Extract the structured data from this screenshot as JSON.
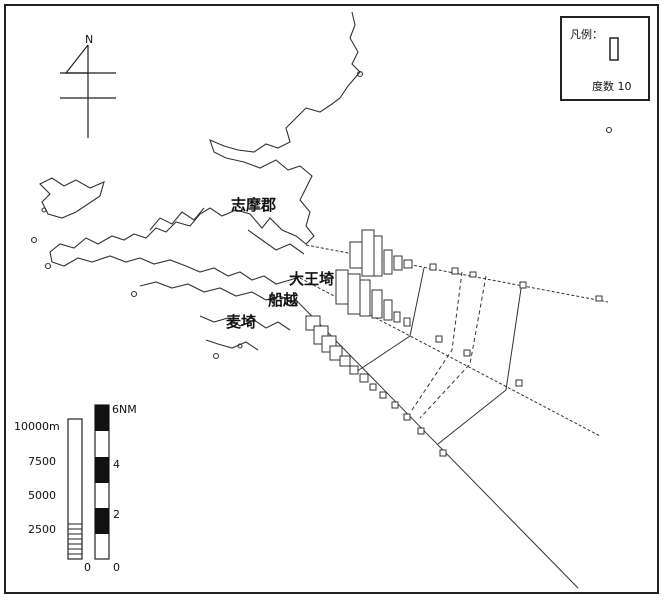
{
  "legend": {
    "title": "凡例：",
    "caption": "度数 10"
  },
  "north_arrow": {
    "label": "N"
  },
  "places": {
    "shima": "志摩郡",
    "daiozaki": "大王埼",
    "funakoshi": "船越",
    "mugizaki": "麦埼"
  },
  "depth_scale": {
    "unit_top": "10000m",
    "ticks": [
      "7500",
      "5000",
      "2500"
    ],
    "zero": "0"
  },
  "nm_scale": {
    "top": "6NM",
    "ticks": [
      "4",
      "2"
    ],
    "zero": "0"
  },
  "colors": {
    "ink": "#1a1a1a",
    "paper": "#ffffff"
  }
}
